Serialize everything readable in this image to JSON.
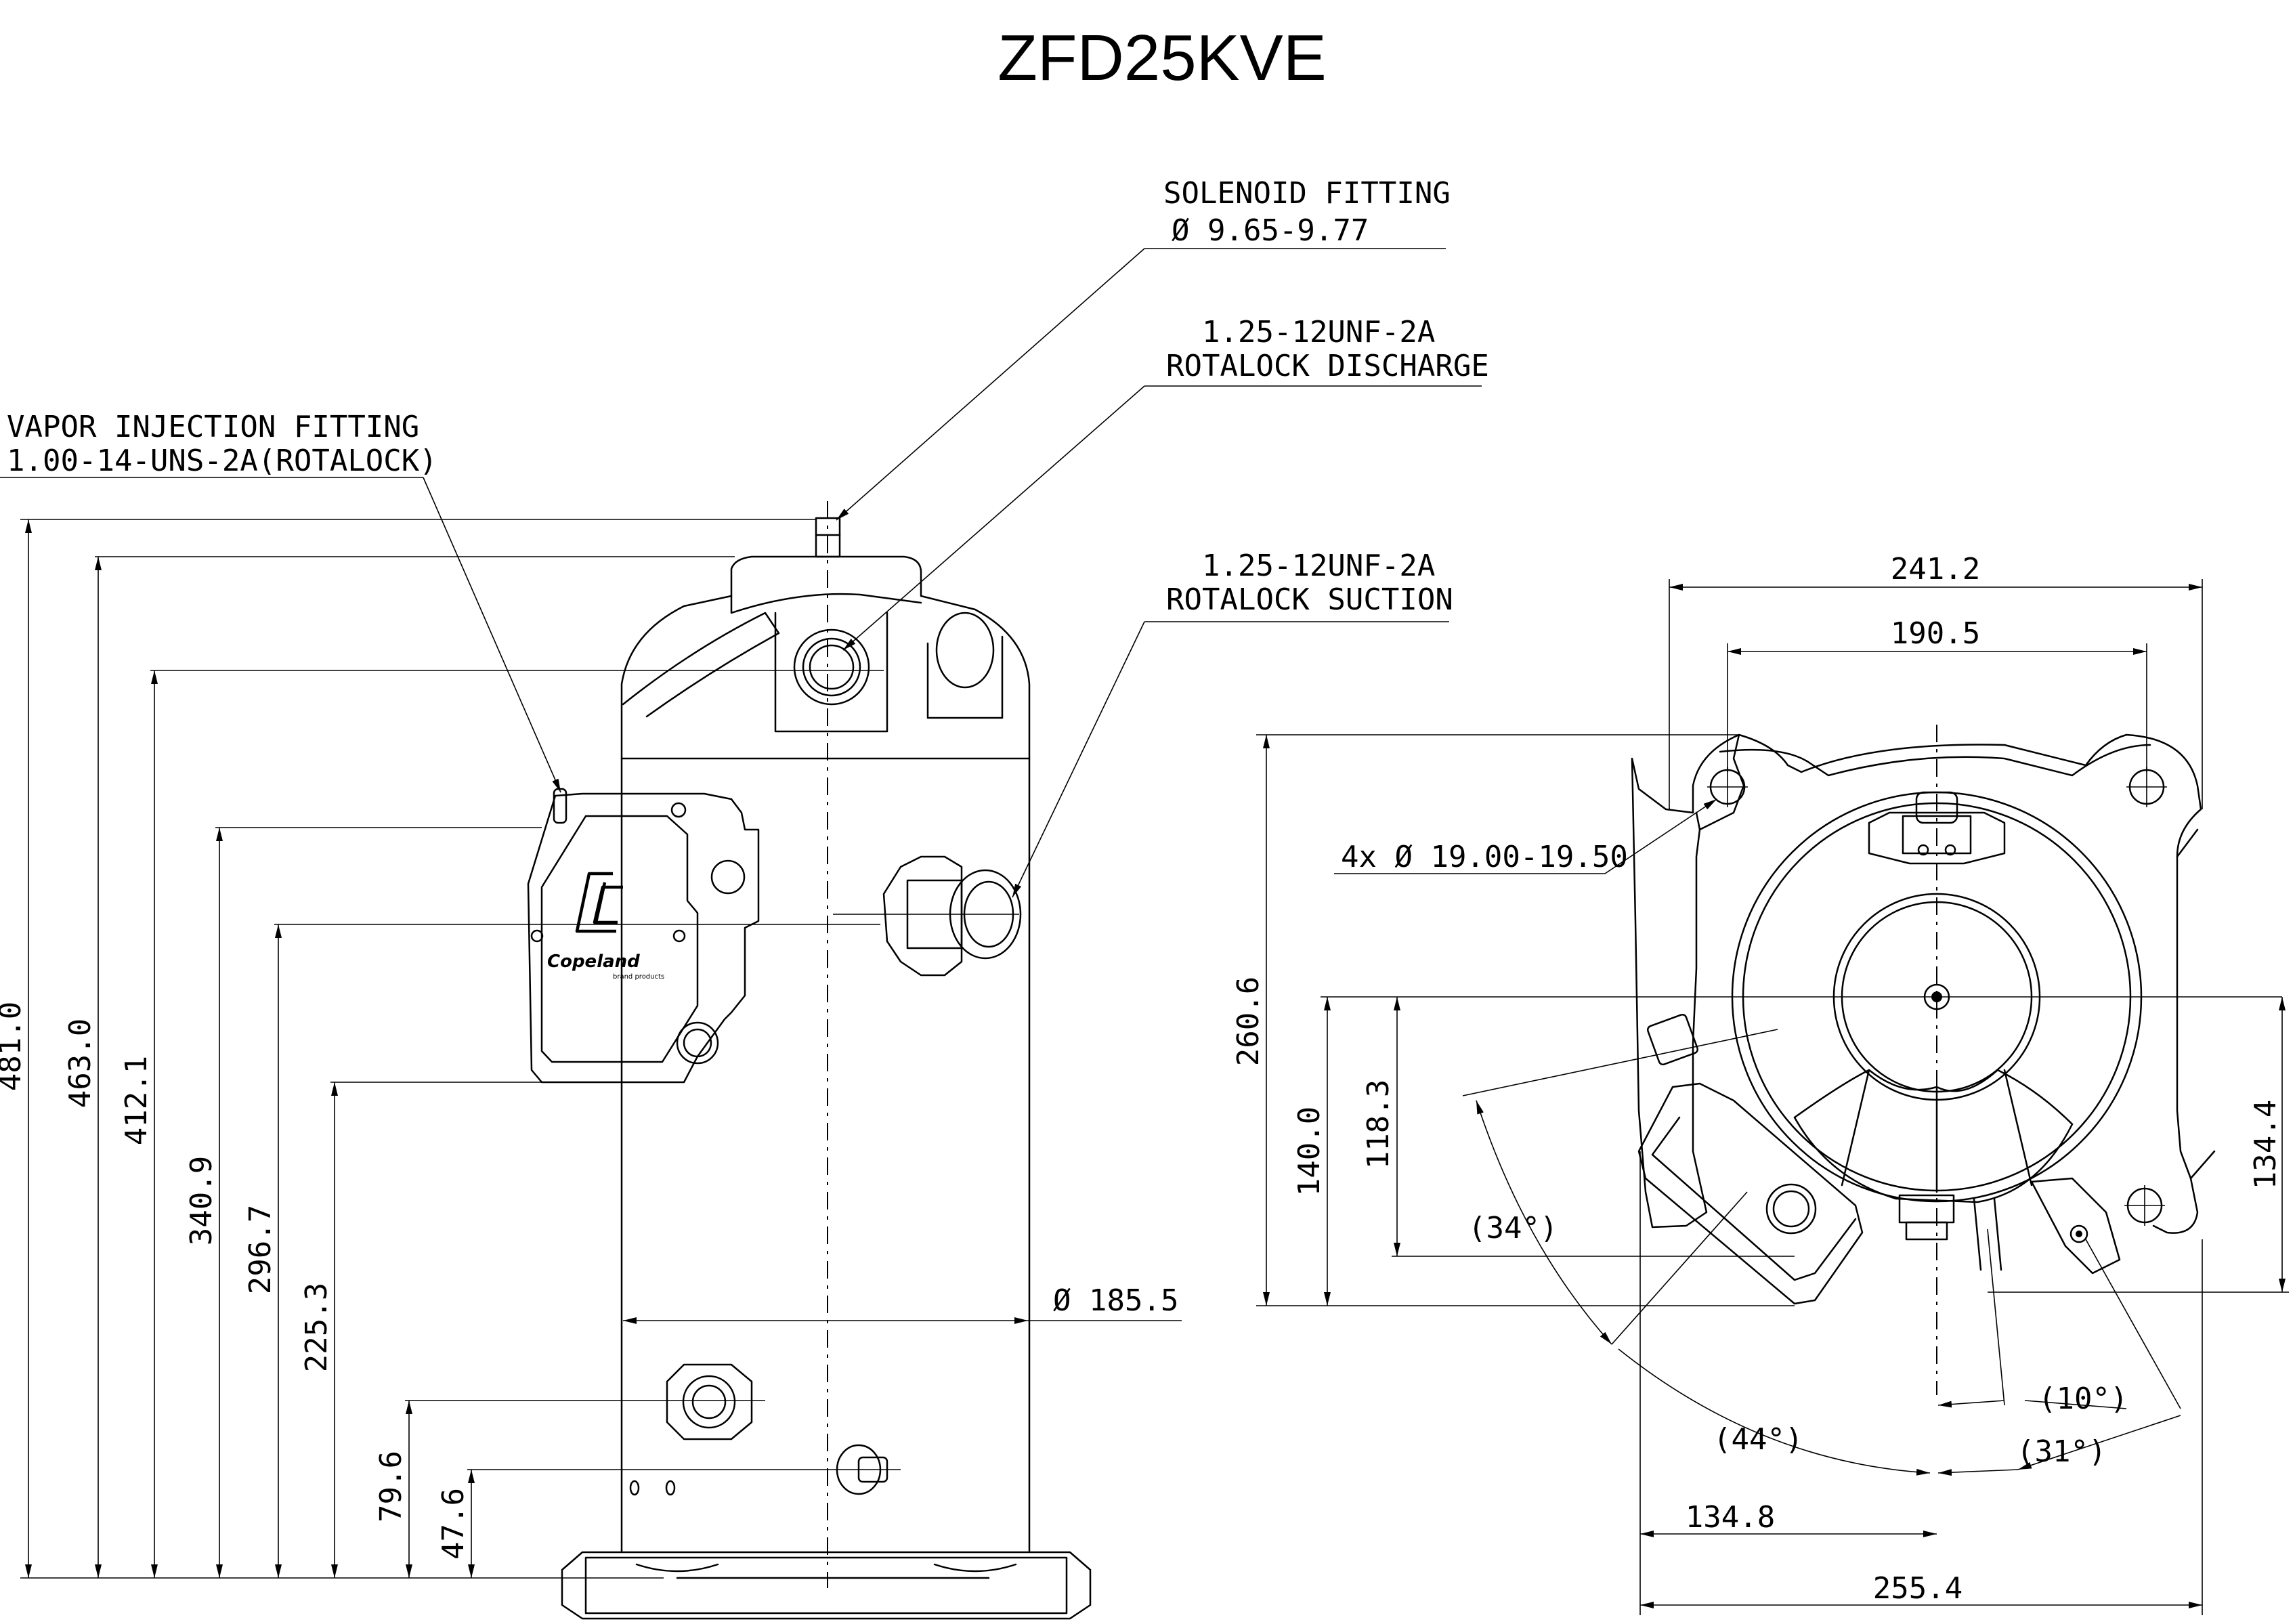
{
  "title": "ZFD25KVE",
  "callouts": {
    "solenoid": {
      "line1": "SOLENOID FITTING",
      "line2": "Ø 9.65-9.77"
    },
    "discharge": {
      "line1": "1.25-12UNF-2A",
      "line2": "ROTALOCK DISCHARGE"
    },
    "suction": {
      "line1": "1.25-12UNF-2A",
      "line2": "ROTALOCK SUCTION"
    },
    "vapor": {
      "line1": "VAPOR INJECTION FITTING",
      "line2": "1.00-14-UNS-2A(ROTALOCK)"
    },
    "mount_holes": "4x Ø 19.00-19.50"
  },
  "side_view": {
    "heights": [
      "481.0",
      "463.0",
      "412.1",
      "340.9",
      "296.7",
      "225.3",
      "79.6",
      "47.6"
    ],
    "shell_diameter": "Ø 185.5",
    "logo": {
      "brand": "Copeland",
      "sub": "brand products"
    }
  },
  "top_view": {
    "width_outer": "241.2",
    "width_holes": "190.5",
    "depth": "260.6",
    "left_140": "140.0",
    "left_118": "118.3",
    "right_134": "134.4",
    "bottom_134": "134.8",
    "bottom_255": "255.4",
    "angle_34": "(34°)",
    "angle_44": "(44°)",
    "angle_10": "(10°)",
    "angle_31": "(31°)"
  }
}
